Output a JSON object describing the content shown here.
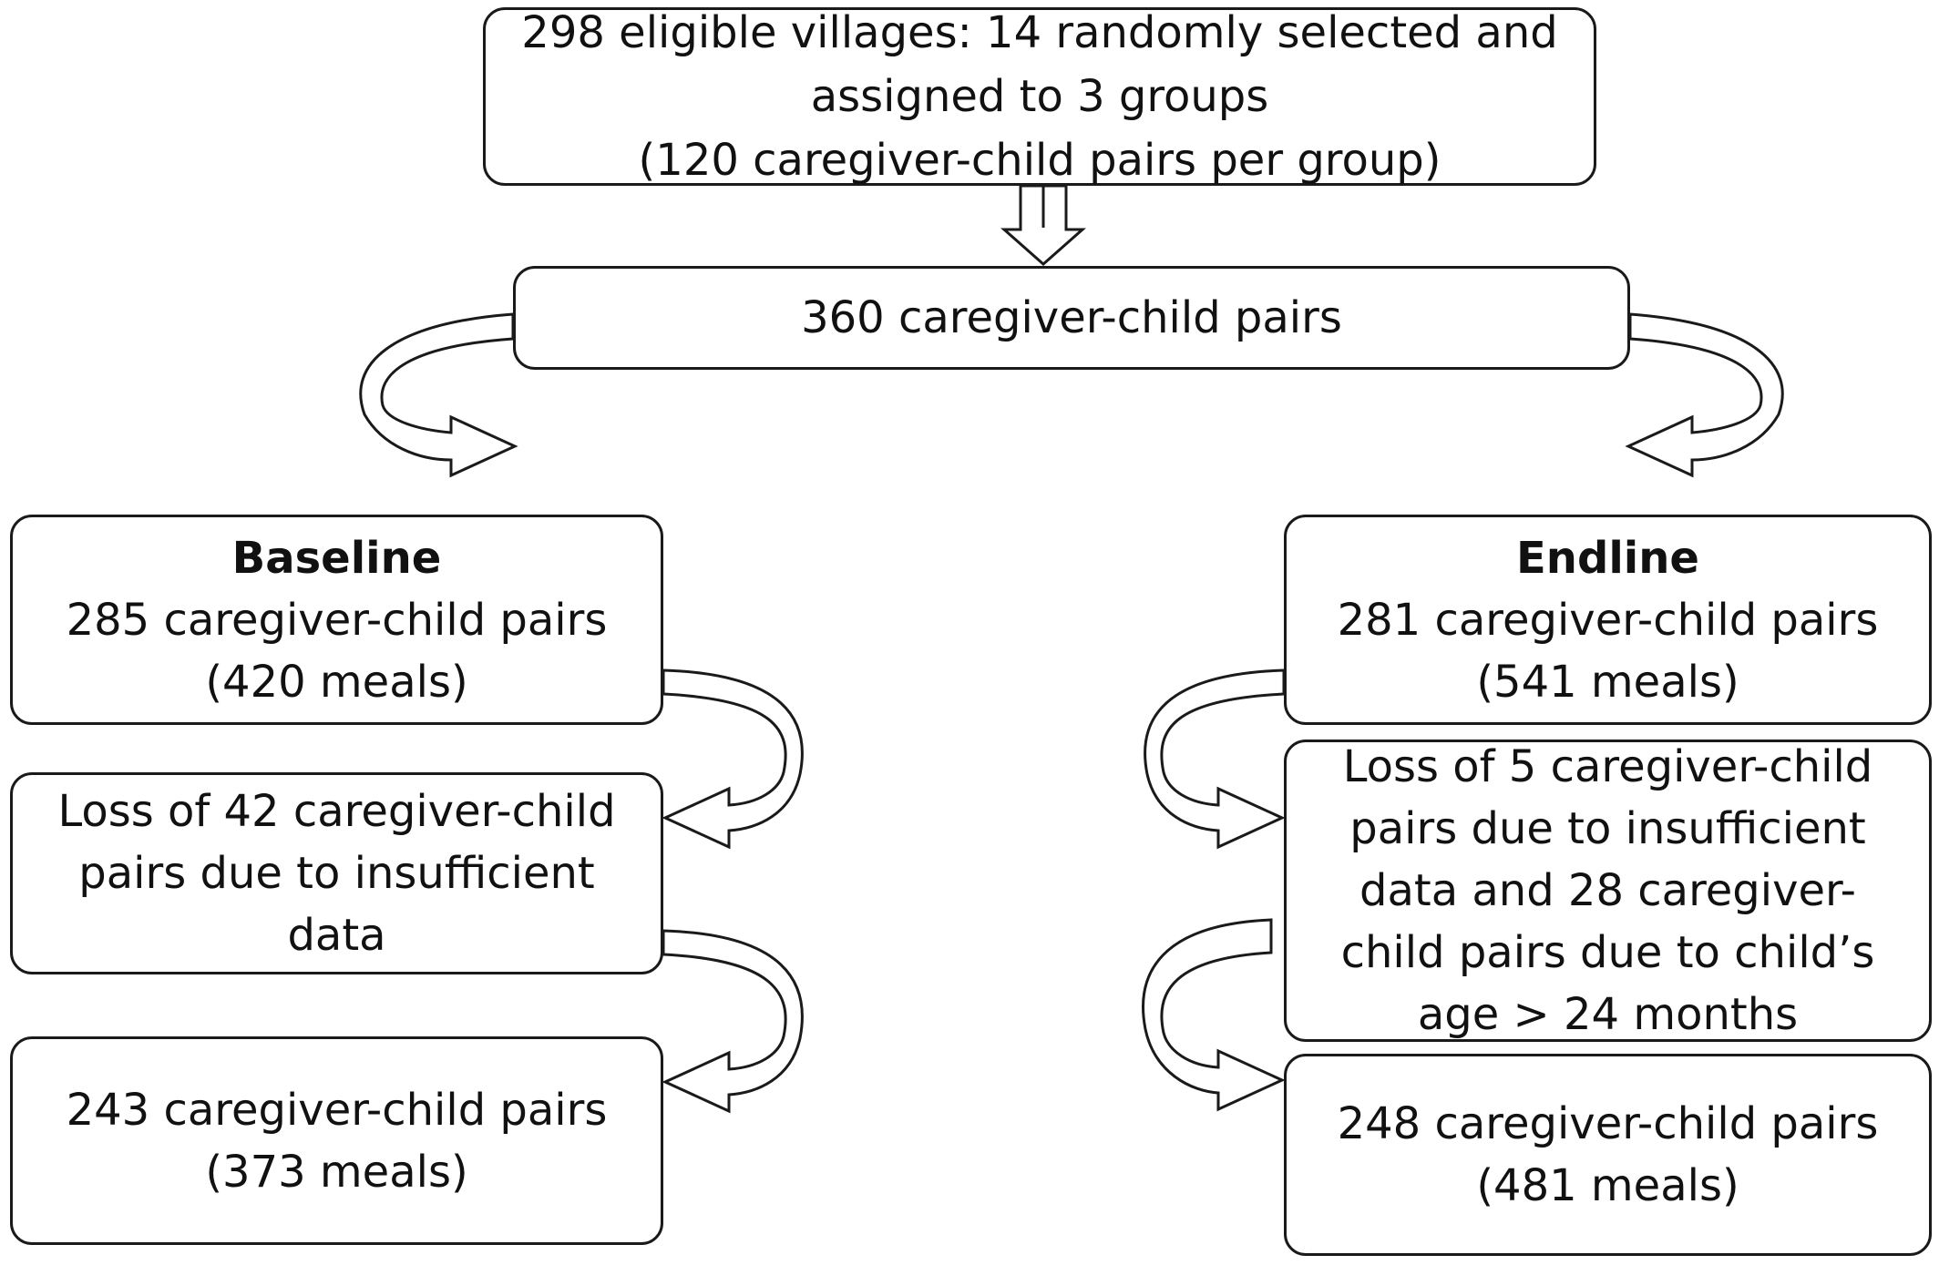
{
  "flow": {
    "enrollment": {
      "lines": [
        "298 eligible villages: 14 randomly selected and",
        "assigned to 3 groups",
        "(120 caregiver-child pairs per group)"
      ]
    },
    "sample": {
      "lines": [
        "360 caregiver-child pairs"
      ]
    },
    "baseline": {
      "heading": "Baseline",
      "lines": [
        "285 caregiver-child pairs",
        "(420 meals)"
      ],
      "loss": {
        "lines": [
          "Loss of 42 caregiver-child",
          "pairs due to insufficient",
          "data"
        ]
      },
      "final": {
        "lines": [
          "243 caregiver-child pairs",
          "(373 meals)"
        ]
      }
    },
    "endline": {
      "heading": "Endline",
      "lines": [
        "281 caregiver-child pairs",
        "(541 meals)"
      ],
      "loss": {
        "lines": [
          "Loss of 5 caregiver-child",
          "pairs due to insufficient",
          "data and 28 caregiver-",
          "child pairs due to child’s",
          "age > 24 months"
        ]
      },
      "final": {
        "lines": [
          "248 caregiver-child pairs",
          "(481 meals)"
        ]
      }
    }
  }
}
